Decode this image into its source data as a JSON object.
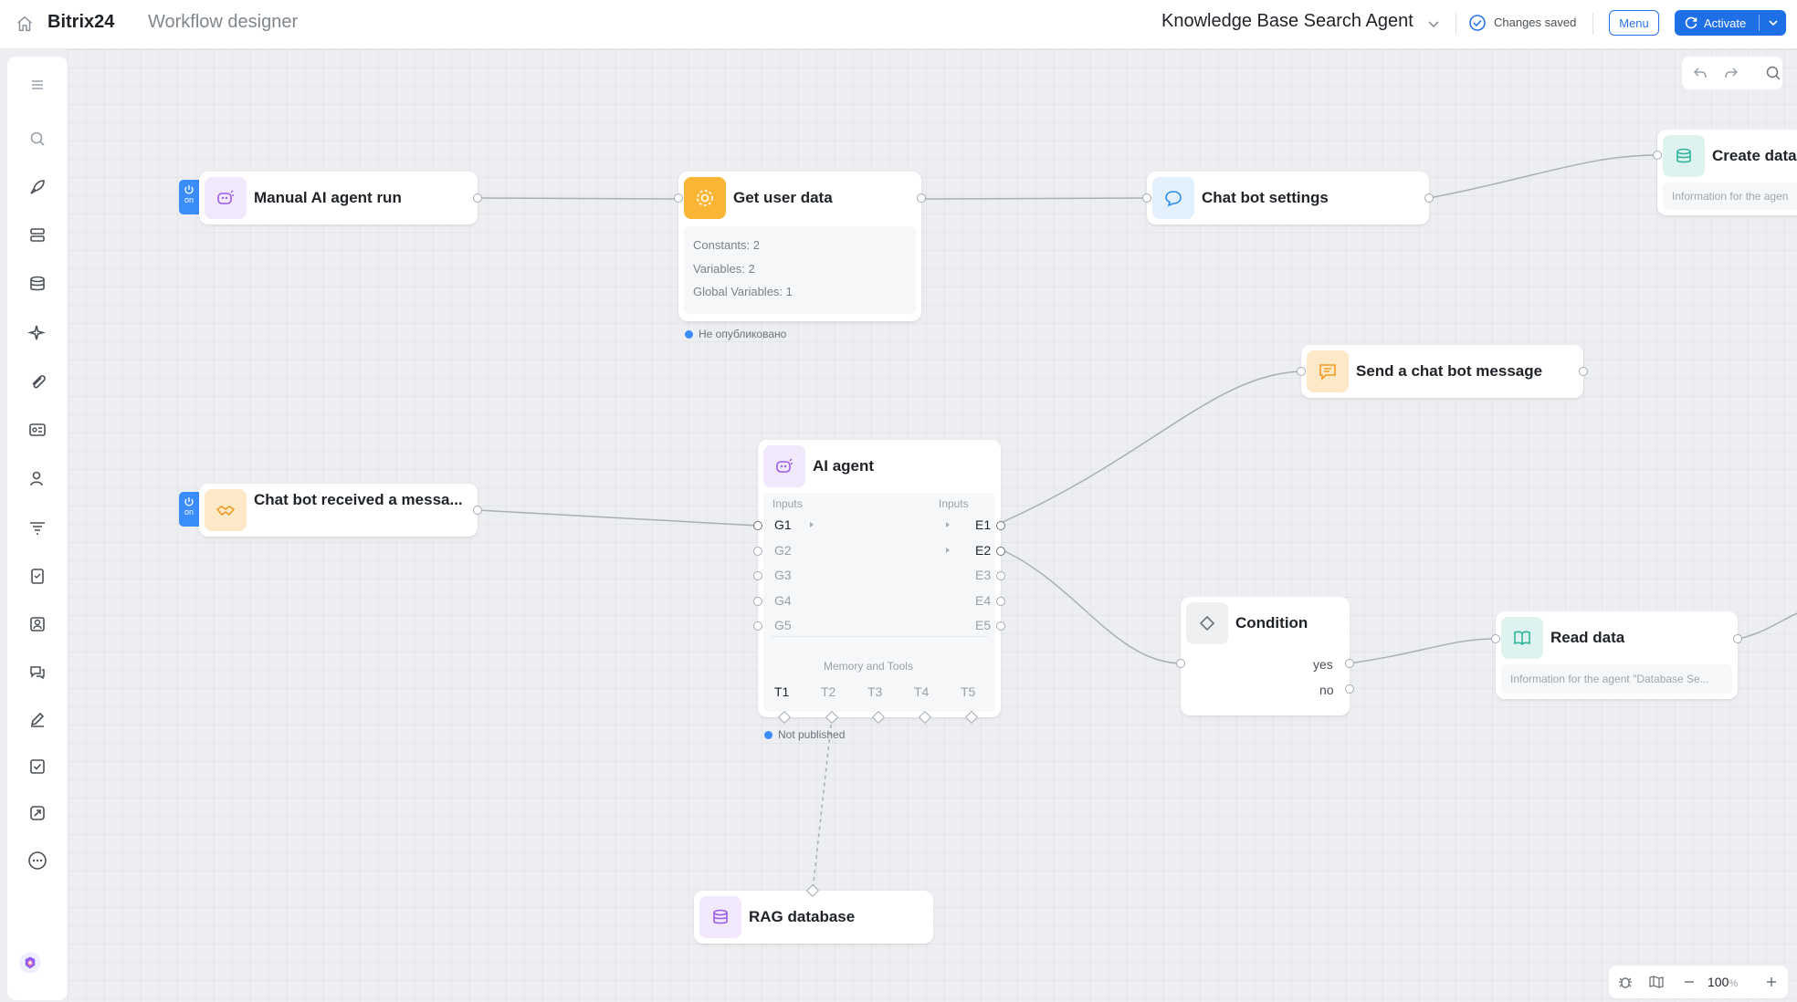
{
  "header": {
    "brand": "Bitrix24",
    "subtitle": "Workflow designer",
    "process_title": "Knowledge Base Search Agent",
    "saved_status": "Changes saved",
    "menu_label": "Menu",
    "activate_label": "Activate"
  },
  "colors": {
    "accent": "#1f6fe6",
    "trigger": "#3a8dfa",
    "purple_icon_bg": "#f1e8fb",
    "orange_icon_bg": "#fde8c8",
    "blue_icon_bg": "#e3f0fd",
    "teal_icon_bg": "#def3ef",
    "gray_icon_bg": "#eef0f2",
    "gear_icon_bg": "#fbb535"
  },
  "sidebar": {
    "items": [
      {
        "icon": "hamburger-icon"
      },
      {
        "icon": "search-icon"
      },
      {
        "icon": "rocket-icon"
      },
      {
        "icon": "stack-icon"
      },
      {
        "icon": "database-icon"
      },
      {
        "icon": "sparkle-icon"
      },
      {
        "icon": "paperclip-icon"
      },
      {
        "icon": "panel-icon"
      },
      {
        "icon": "people-icon"
      },
      {
        "icon": "filter-icon"
      },
      {
        "icon": "clipboard-icon"
      },
      {
        "icon": "contact-icon"
      },
      {
        "icon": "chat-icon"
      },
      {
        "icon": "pen-icon"
      },
      {
        "icon": "checkbox-icon"
      },
      {
        "icon": "share-icon"
      },
      {
        "icon": "more-icon"
      }
    ],
    "bottom_icon": "copilot-icon"
  },
  "nodes": {
    "manual_run": {
      "title": "Manual AI agent run",
      "trigger_label": "on"
    },
    "chat_received": {
      "title": "Chat bot received a messa...",
      "trigger_label": "on"
    },
    "get_user_data": {
      "title": "Get user data",
      "constants": "Constants: 2",
      "variables": "Variables: 2",
      "global_variables": "Global Variables: 1",
      "status": "Не опубликовано"
    },
    "chat_bot_settings": {
      "title": "Chat bot settings"
    },
    "create_data": {
      "title": "Create data",
      "info": "Information for the agen"
    },
    "send_message": {
      "title": "Send a chat bot message"
    },
    "ai_agent": {
      "title": "AI agent",
      "inputs_left_label": "Inputs",
      "inputs_right_label": "Inputs",
      "left_ports": [
        "G1",
        "G2",
        "G3",
        "G4",
        "G5"
      ],
      "right_ports": [
        "E1",
        "E2",
        "E3",
        "E4",
        "E5"
      ],
      "memory_label": "Memory and Tools",
      "tool_ports": [
        "T1",
        "T2",
        "T3",
        "T4",
        "T5"
      ],
      "status": "Not published"
    },
    "condition": {
      "title": "Condition",
      "yes": "yes",
      "no": "no"
    },
    "read_data": {
      "title": "Read data",
      "info": "Information for the agent \"Database Se..."
    },
    "rag_database": {
      "title": "RAG database"
    }
  },
  "zoom": {
    "value": "100",
    "unit": "%"
  }
}
